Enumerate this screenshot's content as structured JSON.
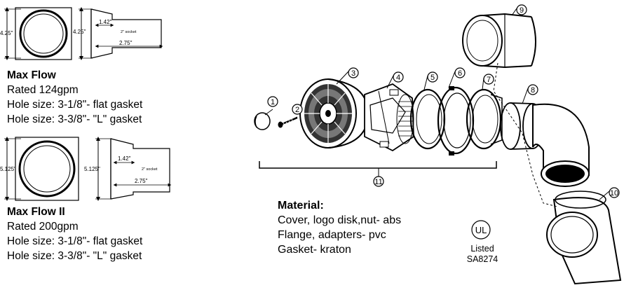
{
  "models": [
    {
      "title": "Max Flow",
      "lines": [
        "Rated 124gpm",
        "Hole size: 3-1/8\"- flat gasket",
        "Hole size: 3-3/8\"- \"L\" gasket"
      ],
      "dims": {
        "face_diameter": "4.25\"",
        "side_height": "4.25\"",
        "socket_depth": "1.42\"",
        "socket_label": "2\" socket",
        "length": "2.75\""
      }
    },
    {
      "title": "Max Flow II",
      "lines": [
        "Rated 200gpm",
        "Hole size: 3-1/8\"- flat gasket",
        "Hole size: 3-3/8\"- \"L\" gasket"
      ],
      "dims": {
        "face_diameter": "5.125\"",
        "side_height": "5.125\"",
        "socket_depth": "1.42\"",
        "socket_label": "2\" socket",
        "length": "2.75\""
      }
    }
  ],
  "callouts": [
    "1",
    "2",
    "3",
    "4",
    "5",
    "6",
    "7",
    "8",
    "9",
    "10",
    "11"
  ],
  "material": {
    "title": "Material:",
    "lines": [
      "Cover, logo disk,nut- abs",
      "Flange, adapters- pvc",
      "Gasket- kraton"
    ]
  },
  "certification": {
    "mark": "UL",
    "line1": "Listed",
    "line2": "SA8274"
  }
}
